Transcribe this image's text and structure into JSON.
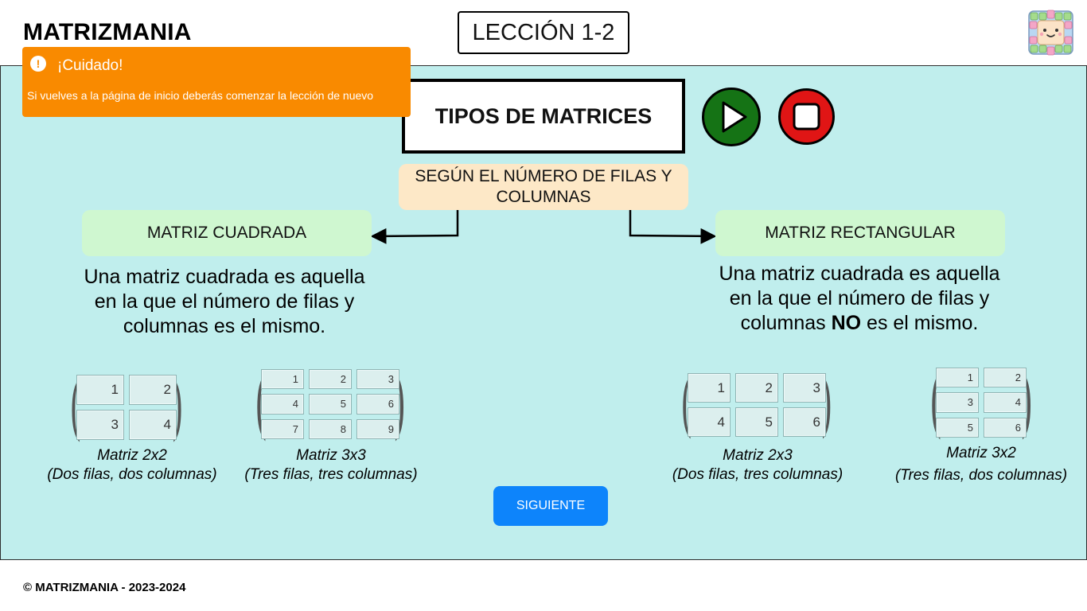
{
  "header": {
    "brand": "MATRIZMANIA",
    "lesson": "LECCIÓN 1-2",
    "mascot_icon": "smiling-square-mascot-icon"
  },
  "toast": {
    "icon": "exclamation-icon",
    "title": "¡Cuidado!",
    "message": "Si vuelves a la página de inicio deberás comenzar la lección de nuevo",
    "color": "#f98a00"
  },
  "main": {
    "title": "TIPOS DE MATRICES",
    "controls": {
      "play_icon": "play-icon",
      "stop_icon": "stop-icon",
      "play_color": "#157315",
      "stop_color": "#e01515"
    },
    "criteria": "SEGÚN EL NÚMERO DE FILAS Y COLUMNAS",
    "left": {
      "category": "MATRIZ CUADRADA",
      "description": "Una matriz cuadrada es aquella en la que el número de filas y columnas es el mismo."
    },
    "right": {
      "category": "MATRIZ RECTANGULAR",
      "description_before": "Una matriz cuadrada es aquella en la que el número de filas y columnas ",
      "description_bold": "NO",
      "description_after": " es el mismo."
    },
    "matrices": [
      {
        "rows": [
          [
            "1",
            "2"
          ],
          [
            "3",
            "4"
          ]
        ],
        "caption_line1": "Matriz 2x2",
        "caption_line2": "(Dos filas, dos columnas)"
      },
      {
        "rows": [
          [
            "1",
            "2",
            "3"
          ],
          [
            "4",
            "5",
            "6"
          ],
          [
            "7",
            "8",
            "9"
          ]
        ],
        "caption_line1": "Matriz 3x3",
        "caption_line2": "(Tres filas, tres columnas)"
      },
      {
        "rows": [
          [
            "1",
            "2",
            "3"
          ],
          [
            "4",
            "5",
            "6"
          ]
        ],
        "caption_line1": "Matriz 2x3",
        "caption_line2": "(Dos filas, tres columnas)"
      },
      {
        "rows": [
          [
            "1",
            "2"
          ],
          [
            "3",
            "4"
          ],
          [
            "5",
            "6"
          ]
        ],
        "caption_line1": "Matriz 3x2",
        "caption_line2": "(Tres filas, dos columnas)"
      }
    ],
    "next_button": "SIGUIENTE",
    "panel_color": "#c0eeed"
  },
  "footer": {
    "text": "© MATRIZMANIA - 2023-2024"
  }
}
